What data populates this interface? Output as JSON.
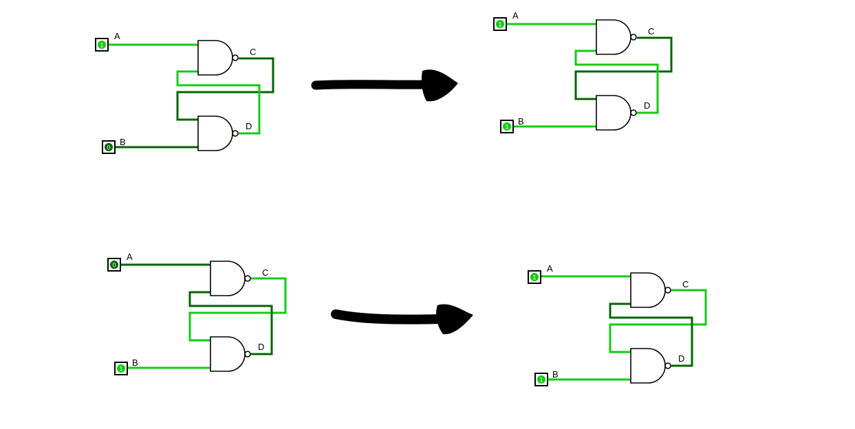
{
  "colors": {
    "wire_high": "#11cc11",
    "wire_low": "#006400",
    "gate_stroke": "#000000",
    "arrow": "#000000",
    "background": "#ffffff"
  },
  "circuits": [
    {
      "id": "c1",
      "inputs": [
        {
          "label": "A",
          "value": "1",
          "state": "high"
        },
        {
          "label": "B",
          "value": "0",
          "state": "low"
        }
      ],
      "outputs": [
        {
          "label": "C"
        },
        {
          "label": "D"
        }
      ],
      "wires": {
        "a": "high",
        "b": "low",
        "c_loop": "low",
        "d_loop": "high"
      }
    },
    {
      "id": "c2",
      "inputs": [
        {
          "label": "A",
          "value": "1",
          "state": "high"
        },
        {
          "label": "B",
          "value": "1",
          "state": "high"
        }
      ],
      "outputs": [
        {
          "label": "C"
        },
        {
          "label": "D"
        }
      ],
      "wires": {
        "a": "high",
        "b": "high",
        "c_loop": "low",
        "d_loop": "high"
      }
    },
    {
      "id": "c3",
      "inputs": [
        {
          "label": "A",
          "value": "0",
          "state": "low"
        },
        {
          "label": "B",
          "value": "1",
          "state": "high"
        }
      ],
      "outputs": [
        {
          "label": "C"
        },
        {
          "label": "D"
        }
      ],
      "wires": {
        "a": "low",
        "b": "high",
        "c_loop": "high",
        "d_loop": "low"
      }
    },
    {
      "id": "c4",
      "inputs": [
        {
          "label": "A",
          "value": "1",
          "state": "high"
        },
        {
          "label": "B",
          "value": "1",
          "state": "high"
        }
      ],
      "outputs": [
        {
          "label": "C"
        },
        {
          "label": "D"
        }
      ],
      "wires": {
        "a": "high",
        "b": "high",
        "c_loop": "high",
        "d_loop": "low"
      }
    }
  ]
}
